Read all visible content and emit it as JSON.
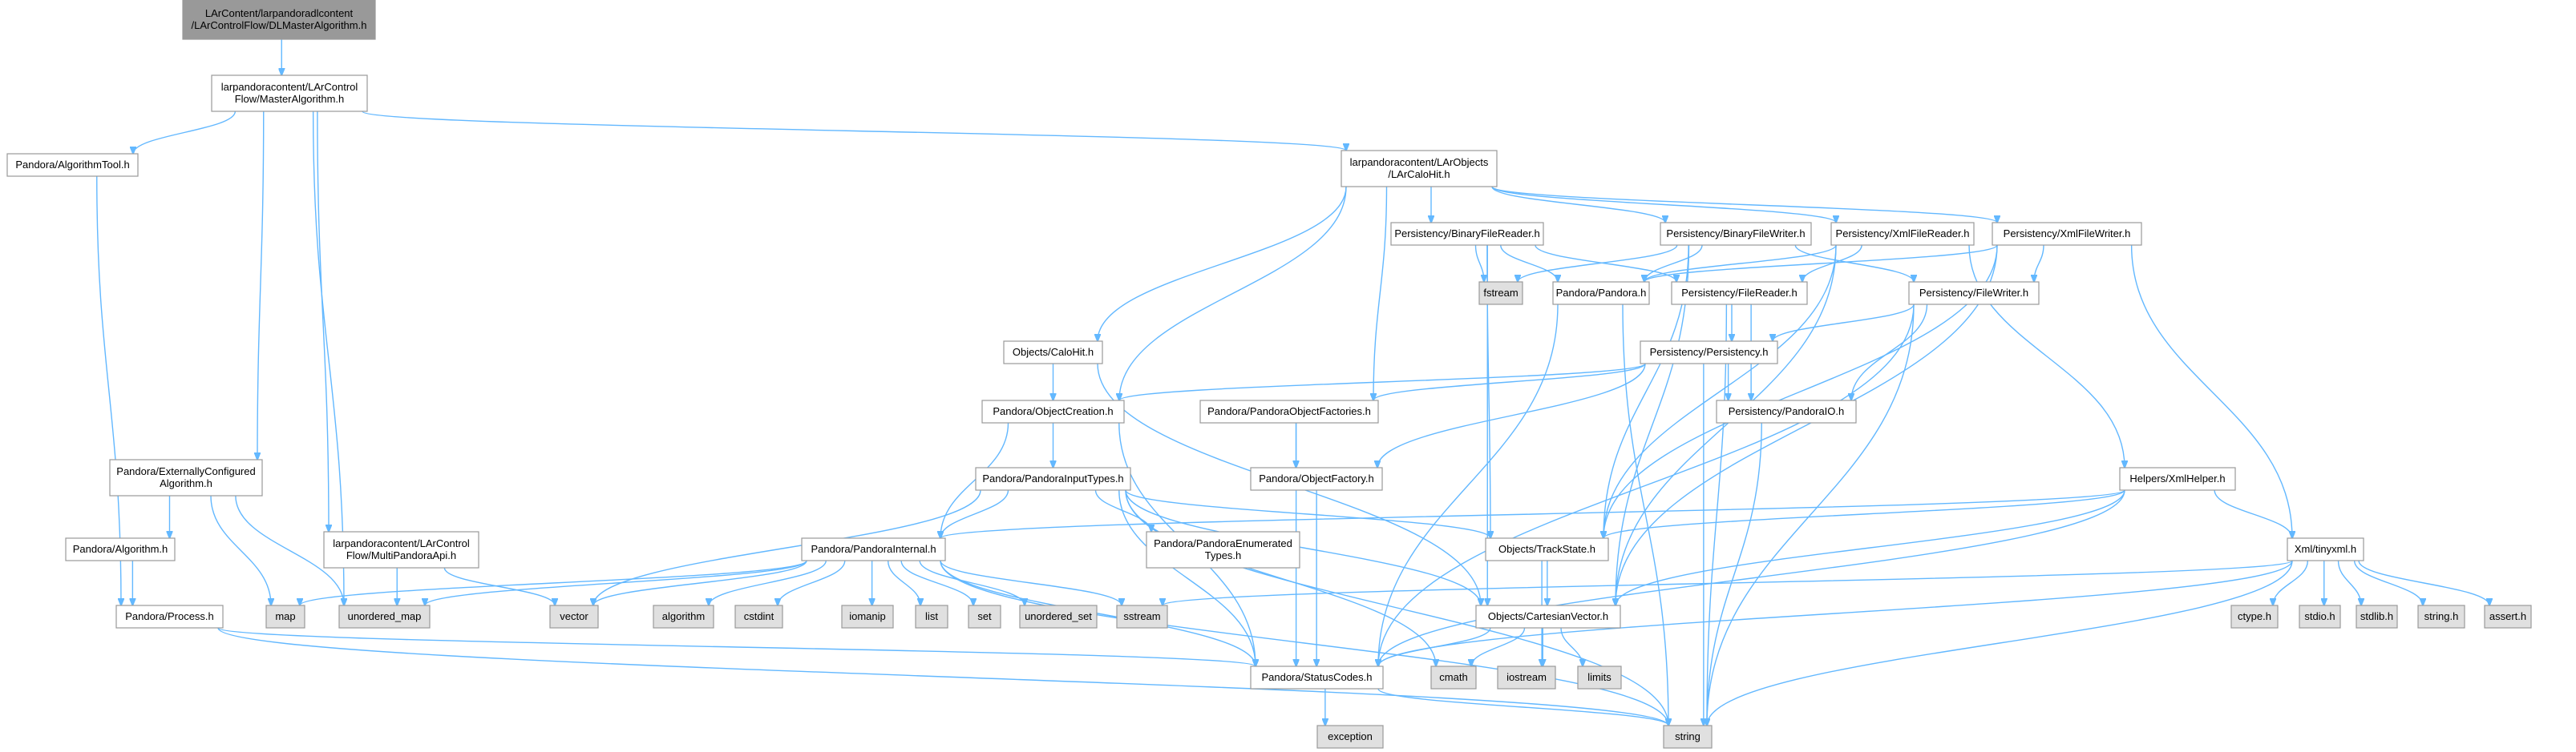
{
  "colors": {
    "root_fill": "#999999",
    "project_fill": "#ffffff",
    "system_fill": "#e0e0e0",
    "border": "#999999",
    "edge": "#63b8ff"
  },
  "nodes": [
    {
      "id": "root",
      "lines": [
        "LArContent/larpandoradlcontent",
        "/LArControlFlow/DLMasterAlgorithm.h"
      ],
      "kind": "root"
    },
    {
      "id": "master",
      "lines": [
        "larpandoracontent/LArControl",
        "Flow/MasterAlgorithm.h"
      ],
      "kind": "project"
    },
    {
      "id": "algtool",
      "lines": [
        "Pandora/AlgorithmTool.h"
      ],
      "kind": "project"
    },
    {
      "id": "calohitlar",
      "lines": [
        "larpandoracontent/LArObjects",
        "/LArCaloHit.h"
      ],
      "kind": "project"
    },
    {
      "id": "binreader",
      "lines": [
        "Persistency/BinaryFileReader.h"
      ],
      "kind": "project"
    },
    {
      "id": "binwriter",
      "lines": [
        "Persistency/BinaryFileWriter.h"
      ],
      "kind": "project"
    },
    {
      "id": "xmlreader",
      "lines": [
        "Persistency/XmlFileReader.h"
      ],
      "kind": "project"
    },
    {
      "id": "xmlwriter",
      "lines": [
        "Persistency/XmlFileWriter.h"
      ],
      "kind": "project"
    },
    {
      "id": "fstream",
      "lines": [
        "fstream"
      ],
      "kind": "system"
    },
    {
      "id": "pandora",
      "lines": [
        "Pandora/Pandora.h"
      ],
      "kind": "project"
    },
    {
      "id": "filereader",
      "lines": [
        "Persistency/FileReader.h"
      ],
      "kind": "project"
    },
    {
      "id": "filewriter",
      "lines": [
        "Persistency/FileWriter.h"
      ],
      "kind": "project"
    },
    {
      "id": "calohit",
      "lines": [
        "Objects/CaloHit.h"
      ],
      "kind": "project"
    },
    {
      "id": "persistency",
      "lines": [
        "Persistency/Persistency.h"
      ],
      "kind": "project"
    },
    {
      "id": "objcreation",
      "lines": [
        "Pandora/ObjectCreation.h"
      ],
      "kind": "project"
    },
    {
      "id": "objfactories",
      "lines": [
        "Pandora/PandoraObjectFactories.h"
      ],
      "kind": "project"
    },
    {
      "id": "pandoraio",
      "lines": [
        "Persistency/PandoraIO.h"
      ],
      "kind": "project"
    },
    {
      "id": "extconf",
      "lines": [
        "Pandora/ExternallyConfigured",
        "Algorithm.h"
      ],
      "kind": "project"
    },
    {
      "id": "inputtypes",
      "lines": [
        "Pandora/PandoraInputTypes.h"
      ],
      "kind": "project"
    },
    {
      "id": "objfactory",
      "lines": [
        "Pandora/ObjectFactory.h"
      ],
      "kind": "project"
    },
    {
      "id": "xmlhelper",
      "lines": [
        "Helpers/XmlHelper.h"
      ],
      "kind": "project"
    },
    {
      "id": "algorithm",
      "lines": [
        "Pandora/Algorithm.h"
      ],
      "kind": "project"
    },
    {
      "id": "multiapi",
      "lines": [
        "larpandoracontent/LArControl",
        "Flow/MultiPandoraApi.h"
      ],
      "kind": "project"
    },
    {
      "id": "internal",
      "lines": [
        "Pandora/PandoraInternal.h"
      ],
      "kind": "project"
    },
    {
      "id": "enumtypes",
      "lines": [
        "Pandora/PandoraEnumerated",
        "Types.h"
      ],
      "kind": "project"
    },
    {
      "id": "trackstate",
      "lines": [
        "Objects/TrackState.h"
      ],
      "kind": "project"
    },
    {
      "id": "tinyxml",
      "lines": [
        "Xml/tinyxml.h"
      ],
      "kind": "project"
    },
    {
      "id": "process",
      "lines": [
        "Pandora/Process.h"
      ],
      "kind": "project"
    },
    {
      "id": "map",
      "lines": [
        "map"
      ],
      "kind": "system"
    },
    {
      "id": "umap",
      "lines": [
        "unordered_map"
      ],
      "kind": "system"
    },
    {
      "id": "vector",
      "lines": [
        "vector"
      ],
      "kind": "system"
    },
    {
      "id": "algorithmstd",
      "lines": [
        "algorithm"
      ],
      "kind": "system"
    },
    {
      "id": "cstdint",
      "lines": [
        "cstdint"
      ],
      "kind": "system"
    },
    {
      "id": "iomanip",
      "lines": [
        "iomanip"
      ],
      "kind": "system"
    },
    {
      "id": "list",
      "lines": [
        "list"
      ],
      "kind": "system"
    },
    {
      "id": "set",
      "lines": [
        "set"
      ],
      "kind": "system"
    },
    {
      "id": "uset",
      "lines": [
        "unordered_set"
      ],
      "kind": "system"
    },
    {
      "id": "sstream",
      "lines": [
        "sstream"
      ],
      "kind": "system"
    },
    {
      "id": "cartvec",
      "lines": [
        "Objects/CartesianVector.h"
      ],
      "kind": "project"
    },
    {
      "id": "ctype",
      "lines": [
        "ctype.h"
      ],
      "kind": "system"
    },
    {
      "id": "stdio",
      "lines": [
        "stdio.h"
      ],
      "kind": "system"
    },
    {
      "id": "stdlib",
      "lines": [
        "stdlib.h"
      ],
      "kind": "system"
    },
    {
      "id": "stringh",
      "lines": [
        "string.h"
      ],
      "kind": "system"
    },
    {
      "id": "asserth",
      "lines": [
        "assert.h"
      ],
      "kind": "system"
    },
    {
      "id": "statuscodes",
      "lines": [
        "Pandora/StatusCodes.h"
      ],
      "kind": "project"
    },
    {
      "id": "cmath",
      "lines": [
        "cmath"
      ],
      "kind": "system"
    },
    {
      "id": "iostream",
      "lines": [
        "iostream"
      ],
      "kind": "system"
    },
    {
      "id": "limits",
      "lines": [
        "limits"
      ],
      "kind": "system"
    },
    {
      "id": "exception",
      "lines": [
        "exception"
      ],
      "kind": "system"
    },
    {
      "id": "string",
      "lines": [
        "string"
      ],
      "kind": "system"
    }
  ],
  "edges": [
    [
      "root",
      "master"
    ],
    [
      "master",
      "algtool"
    ],
    [
      "master",
      "calohitlar"
    ],
    [
      "master",
      "extconf"
    ],
    [
      "master",
      "multiapi"
    ],
    [
      "master",
      "umap"
    ],
    [
      "algtool",
      "process"
    ],
    [
      "calohitlar",
      "calohit"
    ],
    [
      "calohitlar",
      "objcreation"
    ],
    [
      "calohitlar",
      "objfactories"
    ],
    [
      "calohitlar",
      "binreader"
    ],
    [
      "calohitlar",
      "binwriter"
    ],
    [
      "calohitlar",
      "xmlreader"
    ],
    [
      "calohitlar",
      "xmlwriter"
    ],
    [
      "binreader",
      "fstream"
    ],
    [
      "binreader",
      "pandora"
    ],
    [
      "binreader",
      "filereader"
    ],
    [
      "binreader",
      "trackstate"
    ],
    [
      "binreader",
      "cartvec"
    ],
    [
      "binwriter",
      "fstream"
    ],
    [
      "binwriter",
      "pandora"
    ],
    [
      "binwriter",
      "filewriter"
    ],
    [
      "binwriter",
      "trackstate"
    ],
    [
      "binwriter",
      "cartvec"
    ],
    [
      "xmlreader",
      "pandora"
    ],
    [
      "xmlreader",
      "filereader"
    ],
    [
      "xmlreader",
      "xmlhelper"
    ],
    [
      "xmlreader",
      "trackstate"
    ],
    [
      "xmlreader",
      "cartvec"
    ],
    [
      "xmlwriter",
      "pandora"
    ],
    [
      "xmlwriter",
      "filewriter"
    ],
    [
      "xmlwriter",
      "tinyxml"
    ],
    [
      "xmlwriter",
      "trackstate"
    ],
    [
      "xmlwriter",
      "cartvec"
    ],
    [
      "pandora",
      "statuscodes"
    ],
    [
      "pandora",
      "string"
    ],
    [
      "filereader",
      "persistency"
    ],
    [
      "filereader",
      "pandoraio"
    ],
    [
      "filereader",
      "string"
    ],
    [
      "filewriter",
      "persistency"
    ],
    [
      "filewriter",
      "pandoraio"
    ],
    [
      "filewriter",
      "statuscodes"
    ],
    [
      "filewriter",
      "string"
    ],
    [
      "calohit",
      "objcreation"
    ],
    [
      "calohit",
      "cartvec"
    ],
    [
      "persistency",
      "objcreation"
    ],
    [
      "persistency",
      "objfactories"
    ],
    [
      "persistency",
      "objfactory"
    ],
    [
      "persistency",
      "pandoraio"
    ],
    [
      "persistency",
      "string"
    ],
    [
      "objcreation",
      "inputtypes"
    ],
    [
      "objcreation",
      "internal"
    ],
    [
      "objcreation",
      "statuscodes"
    ],
    [
      "objfactories",
      "objfactory"
    ],
    [
      "objfactories",
      "statuscodes"
    ],
    [
      "pandoraio",
      "string"
    ],
    [
      "extconf",
      "algorithm"
    ],
    [
      "extconf",
      "map"
    ],
    [
      "extconf",
      "umap"
    ],
    [
      "inputtypes",
      "internal"
    ],
    [
      "inputtypes",
      "enumtypes"
    ],
    [
      "inputtypes",
      "trackstate"
    ],
    [
      "inputtypes",
      "cartvec"
    ],
    [
      "inputtypes",
      "statuscodes"
    ],
    [
      "inputtypes",
      "vector"
    ],
    [
      "inputtypes",
      "cmath"
    ],
    [
      "inputtypes",
      "string"
    ],
    [
      "objfactory",
      "statuscodes"
    ],
    [
      "xmlhelper",
      "internal"
    ],
    [
      "xmlhelper",
      "trackstate"
    ],
    [
      "xmlhelper",
      "cartvec"
    ],
    [
      "xmlhelper",
      "statuscodes"
    ],
    [
      "xmlhelper",
      "tinyxml"
    ],
    [
      "algorithm",
      "process"
    ],
    [
      "multiapi",
      "umap"
    ],
    [
      "multiapi",
      "vector"
    ],
    [
      "internal",
      "map"
    ],
    [
      "internal",
      "umap"
    ],
    [
      "internal",
      "vector"
    ],
    [
      "internal",
      "algorithmstd"
    ],
    [
      "internal",
      "cstdint"
    ],
    [
      "internal",
      "iomanip"
    ],
    [
      "internal",
      "list"
    ],
    [
      "internal",
      "set"
    ],
    [
      "internal",
      "uset"
    ],
    [
      "internal",
      "sstream"
    ],
    [
      "internal",
      "statuscodes"
    ],
    [
      "internal",
      "string"
    ],
    [
      "trackstate",
      "cartvec"
    ],
    [
      "trackstate",
      "iostream"
    ],
    [
      "tinyxml",
      "ctype"
    ],
    [
      "tinyxml",
      "stdio"
    ],
    [
      "tinyxml",
      "stdlib"
    ],
    [
      "tinyxml",
      "stringh"
    ],
    [
      "tinyxml",
      "asserth"
    ],
    [
      "tinyxml",
      "sstream"
    ],
    [
      "tinyxml",
      "string"
    ],
    [
      "tinyxml",
      "statuscodes"
    ],
    [
      "process",
      "statuscodes"
    ],
    [
      "process",
      "string"
    ],
    [
      "cartvec",
      "statuscodes"
    ],
    [
      "cartvec",
      "cmath"
    ],
    [
      "cartvec",
      "iostream"
    ],
    [
      "cartvec",
      "limits"
    ],
    [
      "statuscodes",
      "exception"
    ],
    [
      "statuscodes",
      "string"
    ]
  ]
}
